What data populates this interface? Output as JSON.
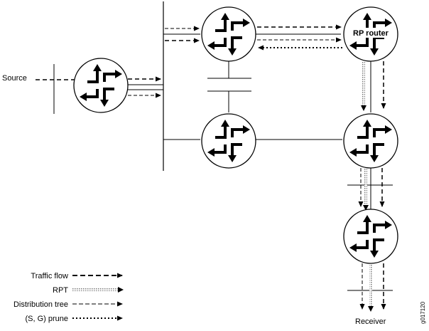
{
  "source_label": "Source",
  "rp_label": "RP router",
  "receiver_label": "Receiver",
  "figure_id": "g017120",
  "legend": [
    {
      "label": "Traffic flow",
      "style": "traffic"
    },
    {
      "label": "RPT",
      "style": "rpt"
    },
    {
      "label": "Distribution tree",
      "style": "dist"
    },
    {
      "label": "(S, G) prune",
      "style": "prune"
    }
  ],
  "routers": [
    "source-router",
    "upper-router",
    "rp-router",
    "lower-router",
    "right-middle-router",
    "bottom-router"
  ],
  "colors": {
    "line": "#000000",
    "rpt": "#888888",
    "background": "#ffffff"
  }
}
